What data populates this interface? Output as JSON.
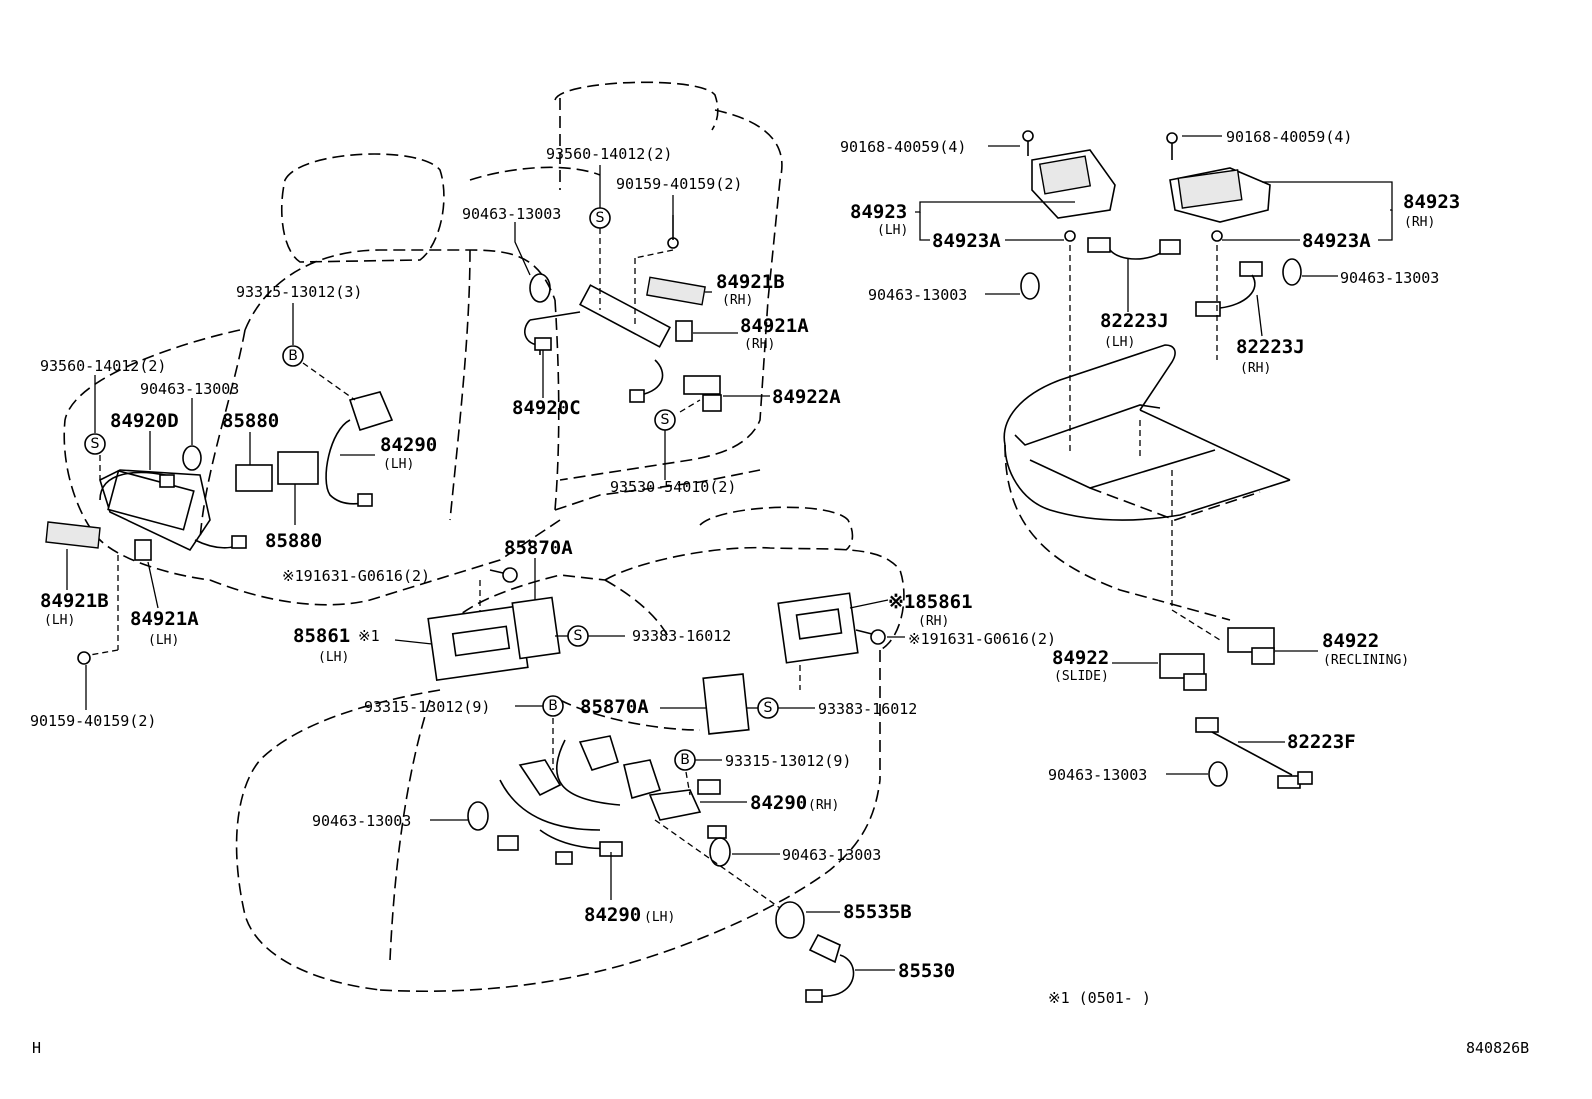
{
  "parts": {
    "p_93560_top": "93560-14012(2)",
    "p_90159_top": "90159-40159(2)",
    "p_90463_top": "90463-13003",
    "p_84921B_rh": "84921B",
    "p_84921A_rh": "84921A",
    "p_84920C": "84920C",
    "p_84922A": "84922A",
    "p_93530": "93530-54010(2)",
    "p_93315_3": "93315-13012(3)",
    "p_84290_lh_back": "84290",
    "p_93560_left": "93560-14012(2)",
    "p_90463_left": "90463-13003",
    "p_84920D": "84920D",
    "p_85880_a": "85880",
    "p_85880_b": "85880",
    "p_84921B_lh": "84921B",
    "p_84921A_lh": "84921A",
    "p_90159_left": "90159-40159(2)",
    "p_91631_left": "※191631-G0616(2)",
    "p_85870A_top": "85870A",
    "p_85861_lh": "85861",
    "p_85861_lh_mark": "※1",
    "p_93383_left": "93383-16012",
    "p_85861_rh": "※185861",
    "p_91631_right": "※191631-G0616(2)",
    "p_93315_9_left": "93315-13012(9)",
    "p_85870A_mid": "85870A",
    "p_93383_mid": "93383-16012",
    "p_93315_9_right": "93315-13012(9)",
    "p_84290_rh": "84290",
    "p_90463_seat_left": "90463-13003",
    "p_90463_seat_right": "90463-13003",
    "p_84290_lh_seat": "84290",
    "p_85535B": "85535B",
    "p_85530": "85530",
    "p_90168_left": "90168-40059(4)",
    "p_90168_right": "90168-40059(4)",
    "p_84923_lh": "84923",
    "p_84923A_lh": "84923A",
    "p_84923_rh": "84923",
    "p_84923A_rh": "84923A",
    "p_90463_console_left": "90463-13003",
    "p_90463_console_right": "90463-13003",
    "p_82223J_lh": "82223J",
    "p_82223J_rh": "82223J",
    "p_84922_slide": "84922",
    "p_84922_recl": "84922",
    "p_82223F": "82223F",
    "p_90463_bottom_right": "90463-13003"
  },
  "qualifiers": {
    "rh": "(RH)",
    "lh": "(LH)",
    "slide": "(SLIDE)",
    "reclining": "(RECLINING)"
  },
  "callouts": {
    "s": "S",
    "b": "B"
  },
  "footnote": "※1 (0501-    )",
  "corner_left": "H",
  "corner_right": "840826B"
}
